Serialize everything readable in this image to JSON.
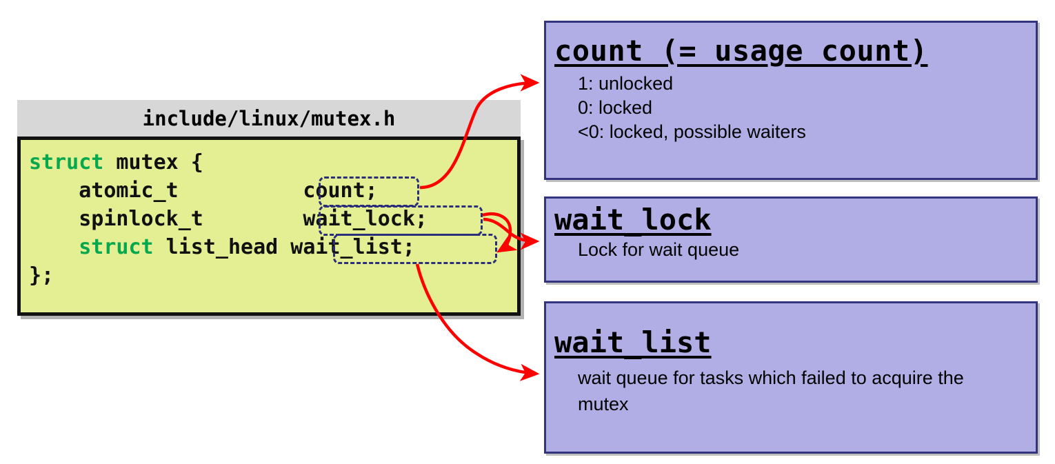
{
  "code_panel": {
    "file_header": "include/linux/mutex.h",
    "code_lines": "struct mutex {\n    atomic_t          count;\n    spinlock_t        wait_lock;\n    struct list_head  wait_list;\n};",
    "keyword_color": "#06a84e",
    "box_fill": "#e4ee92",
    "header_fill": "#d7d7d7",
    "fields": [
      {
        "name": "count;"
      },
      {
        "name": "wait_lock;"
      },
      {
        "name": "wait_list;"
      }
    ]
  },
  "panels": [
    {
      "id": "count",
      "title": "count (= usage count)",
      "lines": [
        "1: unlocked",
        "0: locked",
        "<0: locked, possible waiters"
      ]
    },
    {
      "id": "wait_lock",
      "title": "wait_lock",
      "lines": [
        "Lock for wait queue"
      ]
    },
    {
      "id": "wait_list",
      "title": "wait_list",
      "lines": [
        "wait queue for tasks which failed to acquire the mutex"
      ]
    }
  ],
  "colors": {
    "panel_fill": "#b1aee5",
    "panel_border": "#33337e",
    "arrow": "#ff0000",
    "dashed_border": "#2b2f7a"
  }
}
